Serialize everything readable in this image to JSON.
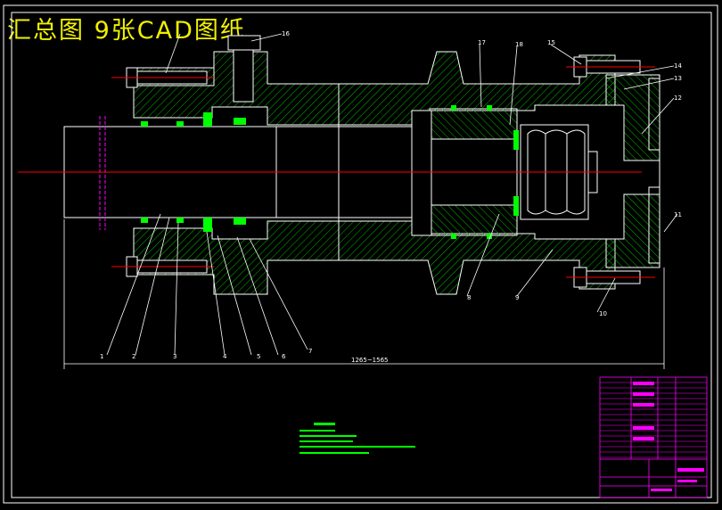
{
  "watermark": "汇总图 9张CAD图纸",
  "dimension": "1265~1565",
  "balloons": [
    "1",
    "2",
    "3",
    "4",
    "5",
    "6",
    "7",
    "8",
    "9",
    "10",
    "11",
    "12",
    "13",
    "14",
    "15",
    "16",
    "17",
    "18"
  ],
  "colors": {
    "background": "#000000",
    "frame": "#ffffff",
    "hatch": "#00cc00",
    "seal": "#00ff00",
    "centerline": "#ff0000",
    "titleblock": "#ff00ff",
    "notes": "#00ff00",
    "watermark": "#f0f000"
  }
}
